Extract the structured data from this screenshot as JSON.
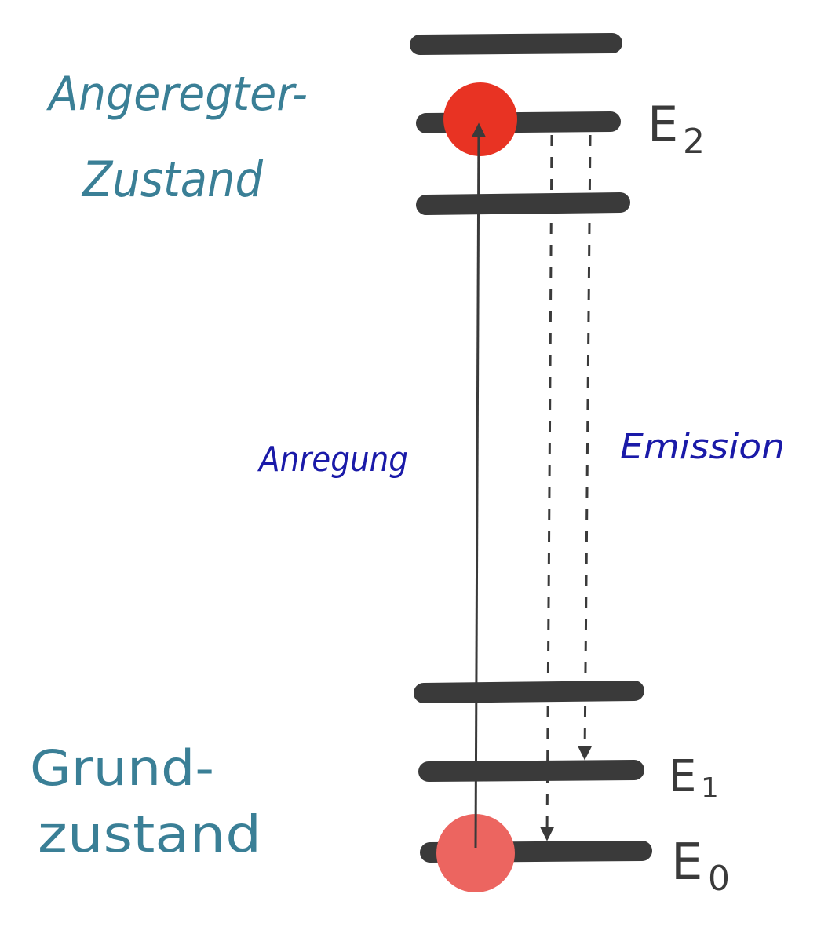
{
  "labels": {
    "excited_state_line1": "Angeregter-",
    "excited_state_line2": "Zustand",
    "ground_state_line1": "Grund-",
    "ground_state_line2": "zustand",
    "excitation": "Anregung",
    "emission": "Emission",
    "e2": "E",
    "e2_sub": "2",
    "e1": "E",
    "e1_sub": "1",
    "e0": "E",
    "e0_sub": "0"
  },
  "colors": {
    "teal_text": "#3a7f96",
    "blue_text": "#1a1aa8",
    "level_bar": "#3a3a3a",
    "excited_electron": "#e83323",
    "ground_electron": "#ec6560"
  }
}
